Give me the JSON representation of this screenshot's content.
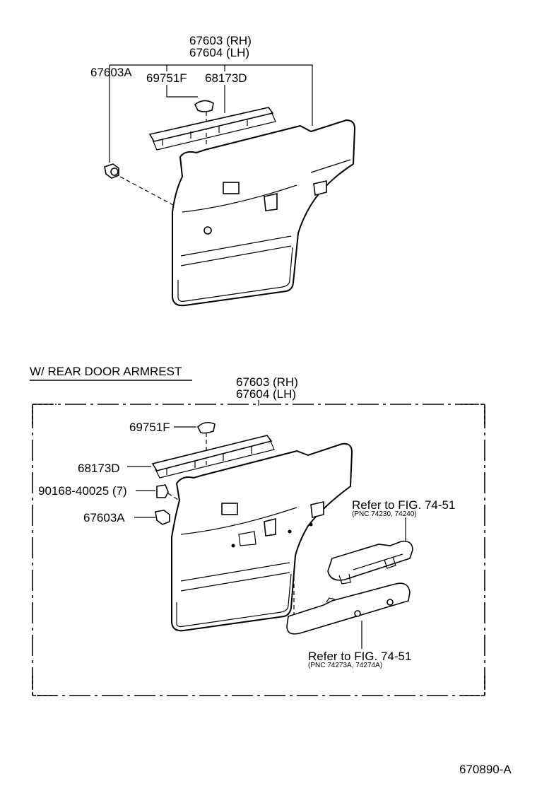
{
  "top_diagram": {
    "label_rh": "67603 (RH)",
    "label_lh": "67604 (LH)",
    "label_clip": "67603A",
    "label_fastener": "69751F",
    "label_weatherstrip": "68173D"
  },
  "bottom_diagram": {
    "section_title": "W/ REAR DOOR ARMREST",
    "label_rh": "67603 (RH)",
    "label_lh": "67604 (LH)",
    "label_fastener": "69751F",
    "label_weatherstrip": "68173D",
    "label_screw": "90168-40025 (7)",
    "label_clip": "67603A",
    "ref_upper": "Refer to FIG. 74-51",
    "ref_upper_pnc": "(PNC 74230, 74240)",
    "ref_lower": "Refer to FIG. 74-51",
    "ref_lower_pnc": "(PNC 74273A, 74274A)"
  },
  "figure_code": "670890-A"
}
